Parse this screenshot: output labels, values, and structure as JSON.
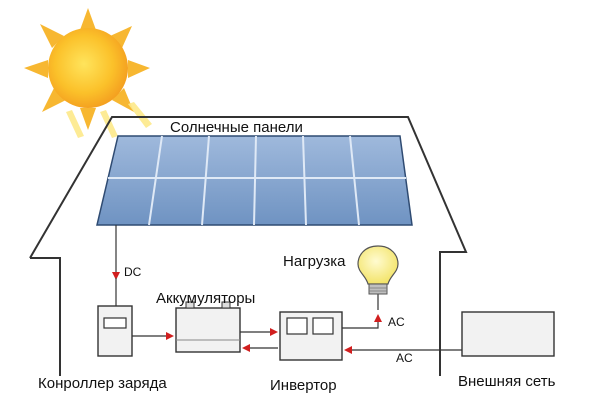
{
  "labels": {
    "panels": "Солнечные панели",
    "dc": "DC",
    "load": "Нагрузка",
    "batteries": "Аккумуляторы",
    "ac_load": "AC",
    "ac_grid": "AC",
    "controller": "Конроллер заряда",
    "inverter": "Инвертор",
    "grid": "Внешняя сеть"
  },
  "colors": {
    "sun": "#f5a623",
    "sun_core": "#fbd227",
    "panel": "#7a9cc6",
    "panel_light": "#a9c1e0",
    "arrow": "#d11f1f",
    "outline": "#333333",
    "box_fill": "#f2f2f2",
    "bulb": "#f7ef8a"
  }
}
